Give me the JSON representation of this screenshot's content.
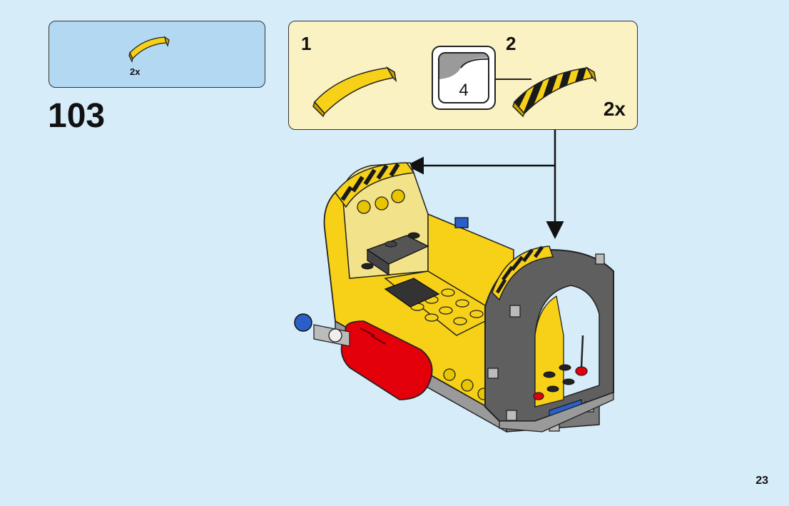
{
  "parts_list": {
    "quantity": "2x",
    "part_icon": "yellow-curved-slope-icon",
    "part_color": "#f7d117"
  },
  "step": {
    "number": "103"
  },
  "callout": {
    "substep_1": "1",
    "substep_2": "2",
    "times_count": "4",
    "quantity": "2x",
    "stripe_colors": [
      "#f7d117",
      "#1a1a1a"
    ]
  },
  "page": {
    "number": "23"
  },
  "colors": {
    "background": "#d6ecf9",
    "parts_box": "#b3d9f2",
    "callout_box": "#fbf2c4",
    "yellow": "#f7d117",
    "dark_gray": "#5f5f5f",
    "red": "#e3000b"
  }
}
